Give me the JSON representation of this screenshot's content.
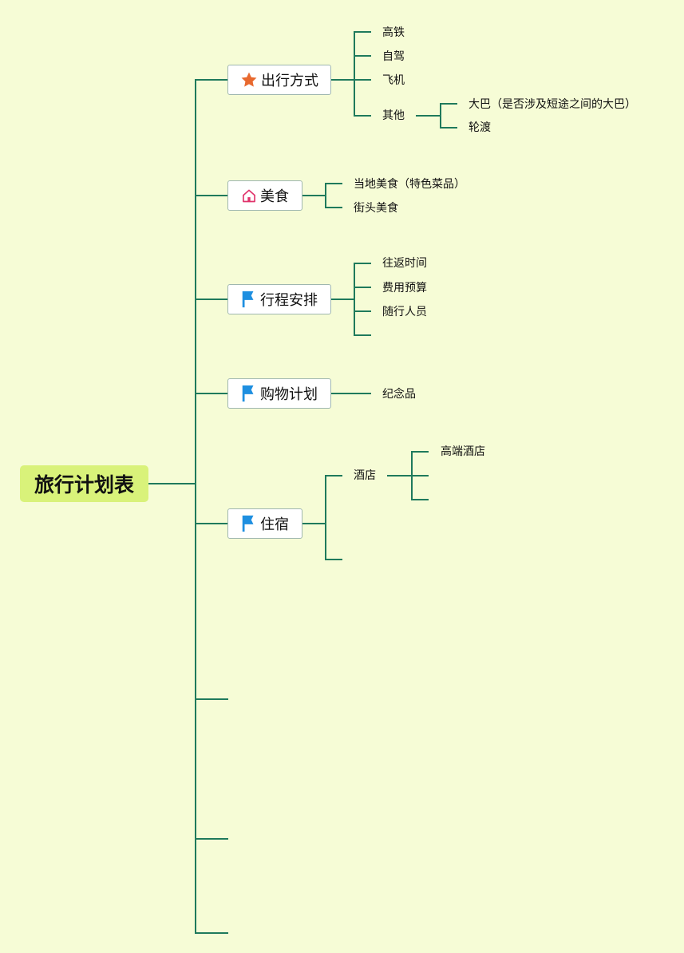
{
  "root": {
    "label": "旅行计划表"
  },
  "branches": [
    {
      "label": "出行方式",
      "icon": "star-icon",
      "icon_color": "#e8692e",
      "children": [
        {
          "label": "高铁"
        },
        {
          "label": "自驾"
        },
        {
          "label": "飞机"
        },
        {
          "label": "其他",
          "children": [
            {
              "label": "大巴（是否涉及短途之间的大巴）"
            },
            {
              "label": "轮渡"
            }
          ]
        }
      ]
    },
    {
      "label": "美食",
      "icon": "home-icon",
      "icon_color": "#e0336b",
      "children": [
        {
          "label": "当地美食（特色菜品）"
        },
        {
          "label": "街头美食"
        }
      ]
    },
    {
      "label": "行程安排",
      "icon": "flag-icon",
      "icon_color": "#1e8fe0",
      "children": [
        {
          "label": "往返时间"
        },
        {
          "label": "费用预算"
        },
        {
          "label": "随行人员"
        },
        {
          "label": ""
        }
      ]
    },
    {
      "label": "购物计划",
      "icon": "flag-icon",
      "icon_color": "#1e8fe0",
      "children": [
        {
          "label": "纪念品"
        }
      ]
    },
    {
      "label": "住宿",
      "icon": "flag-icon",
      "icon_color": "#1e8fe0",
      "children": [
        {
          "label": "酒店",
          "children": [
            {
              "label": "高端酒店"
            },
            {
              "label": ""
            },
            {
              "label": ""
            }
          ]
        },
        {
          "label": ""
        }
      ]
    },
    {
      "label": ""
    },
    {
      "label": ""
    },
    {
      "label": ""
    }
  ],
  "colors": {
    "line": "#1f7a5c",
    "background": "#f6fcd6",
    "root_fill": "#d9f27a"
  }
}
